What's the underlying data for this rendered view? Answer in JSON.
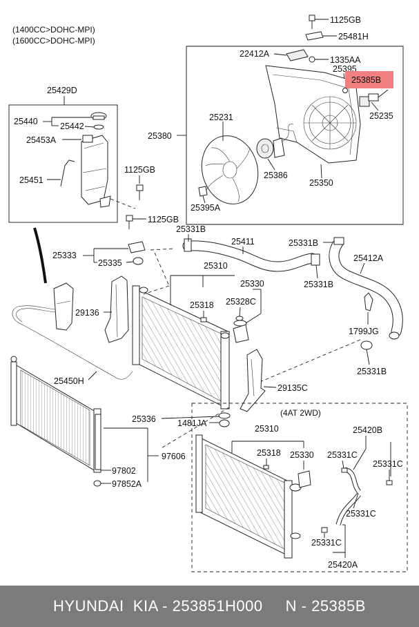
{
  "notes": {
    "engine_1": "(1400CC>DOHC-MPI)",
    "engine_2": "(1600CC>DOHC-MPI)",
    "variant_box": "(4AT 2WD)"
  },
  "labels": {
    "p1125gb_top": "1125GB",
    "p25481h": "25481H",
    "p22412a": "22412A",
    "p1335aa": "1335AA",
    "p25395": "25395",
    "p25385b": "25385B",
    "p25235": "25235",
    "p25429d": "25429D",
    "p25440": "25440",
    "p25442": "25442",
    "p25453a": "25453A",
    "p25451": "25451",
    "p25380": "25380",
    "p25231": "25231",
    "p25386": "25386",
    "p25350": "25350",
    "p25395a": "25395A",
    "p1125gb_mid": "1125GB",
    "p1125gb_low": "1125GB",
    "p25331b_a": "25331B",
    "p25411": "25411",
    "p25331b_b": "25331B",
    "p25333": "25333",
    "p25335": "25335",
    "p25412a": "25412A",
    "p25310": "25310",
    "p25331b_c": "25331B",
    "p25330": "25330",
    "p25318": "25318",
    "p25328c": "25328C",
    "p29136": "29136",
    "p1799jg": "1799JG",
    "p25450h": "25450H",
    "p25331b_d": "25331B",
    "p29135c": "29135C",
    "p25336": "25336",
    "p1481ja": "1481JA",
    "p97606": "97606",
    "p97802": "97802",
    "p97852a": "97852A",
    "b25310": "25310",
    "b25420b": "25420B",
    "b25318": "25318",
    "b25330": "25330",
    "b25331c_a": "25331C",
    "b25331c_b": "25331C",
    "b25331c_c": "25331C",
    "b25331c_d": "25331C",
    "b25420a": "25420A"
  },
  "highlight": {
    "part": "25385B",
    "color": "#f08080"
  },
  "footer": {
    "text": "HYUNDAI  KIA - 253851H000     N - 25385B"
  },
  "colors": {
    "footer_bg": "#7b7b7b",
    "highlight": "#f08080"
  }
}
